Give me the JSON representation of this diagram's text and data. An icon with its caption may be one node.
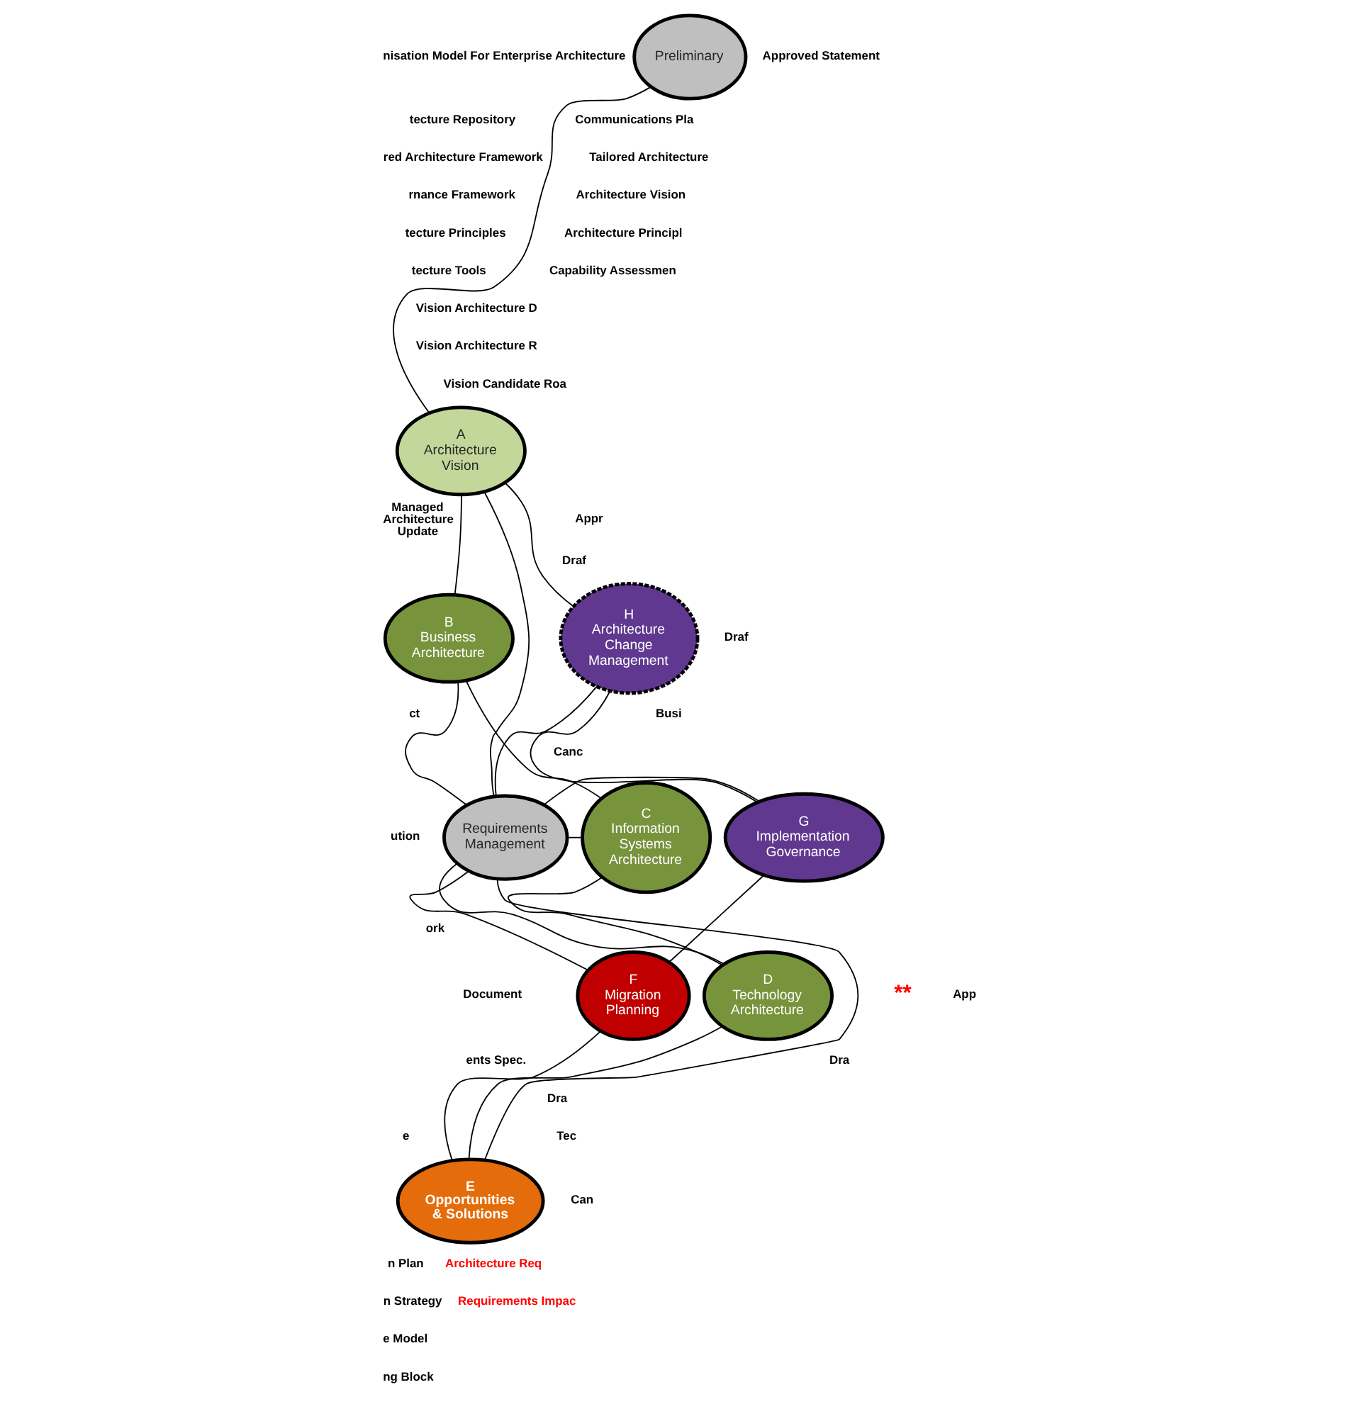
{
  "diagram": {
    "nodes": [
      {
        "text": [
          "Preliminary"
        ]
      },
      {
        "text": [
          "A",
          "Architecture Vision"
        ]
      },
      {
        "text": [
          "B",
          "Business Architecture"
        ]
      },
      {
        "text": [
          "C",
          "Information Systems Architecture"
        ]
      },
      {
        "text": [
          "D",
          "Technology Architecture"
        ]
      },
      {
        "text": [
          "E",
          "Opportunities & Solutions"
        ]
      },
      {
        "text": [
          "F",
          "Migration Planning"
        ]
      },
      {
        "text": [
          "G",
          "Implementation Governance"
        ]
      },
      {
        "text": [
          "H",
          "Architecture Change Management"
        ]
      },
      {
        "text": [
          "Requirements Management"
        ]
      }
    ],
    "edges": [
      {
        "from": 0,
        "to": 1,
        "arrow": "none"
      },
      {
        "from": 1,
        "to": 2,
        "arrow": "none"
      },
      {
        "from": 2,
        "to": 3,
        "arrow": "none"
      },
      {
        "from": 3,
        "to": 4,
        "arrow": "none"
      },
      {
        "from": 4,
        "to": 5,
        "arrow": "none"
      },
      {
        "from": 5,
        "to": 6,
        "arrow": "none"
      },
      {
        "from": 6,
        "to": 7,
        "arrow": "none"
      },
      {
        "from": 7,
        "to": 8,
        "arrow": "none"
      },
      {
        "from": 8,
        "to": 1,
        "arrow": "none"
      },
      {
        "from": 1,
        "to": 9,
        "arrow": "none"
      },
      {
        "from": 2,
        "to": 9,
        "arrow": "none"
      },
      {
        "from": 3,
        "to": 9,
        "arrow": "none"
      },
      {
        "from": 4,
        "to": 9,
        "arrow": "none"
      },
      {
        "from": 5,
        "to": 9,
        "arrow": "none"
      },
      {
        "from": 6,
        "to": 9,
        "arrow": "none"
      },
      {
        "from": 7,
        "to": 9,
        "arrow": "none"
      },
      {
        "from": 8,
        "to": 9,
        "arrow": "none"
      }
    ],
    "labels": [
      "nisation Model For Enterprise Architecture",
      "tecture Repository",
      "red Architecture Framework",
      "rnance Framework",
      "tecture Principles",
      "tecture Tools",
      "Approved Statement",
      "Communications Pla",
      "Tailored Architecture",
      "Architecture Vision",
      "Architecture Principl",
      "Capability Assessmen",
      "Vision Architecture D",
      "Vision Architecture R",
      "Vision Candidate Roa",
      "Managed Architecture Update",
      "Appr",
      "Draf",
      "Draf",
      "Busi",
      "Canc",
      "ct",
      "ution",
      "ork",
      "Document",
      "ents Spec.",
      "**",
      "App",
      "Dra",
      "Dra",
      "Tec",
      "Can",
      "e",
      "n Plan",
      "n Strategy",
      "e Model",
      "ng Block",
      "Architecture Req",
      "Requirements Impac"
    ]
  }
}
